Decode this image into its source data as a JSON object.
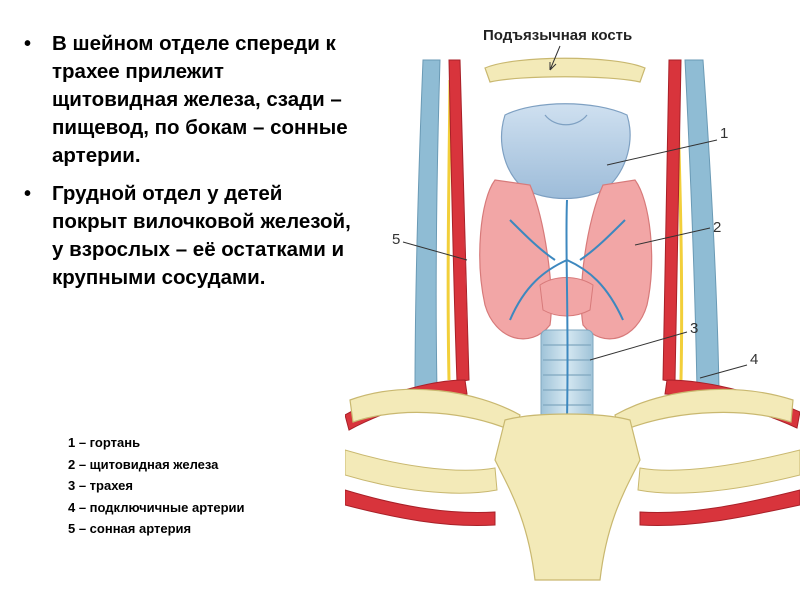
{
  "bullets": [
    "В шейном отделе спереди к трахее прилежит щитовидная железа, сзади – пищевод, по бокам – сонные артерии.",
    " Грудной отдел у детей покрыт вилочковой железой, у взрослых – её остатками и крупными сосудами."
  ],
  "bullet_marker": "•",
  "figure": {
    "top_label": "Подъязычная кость",
    "callouts": [
      "1",
      "2",
      "3",
      "4",
      "5"
    ]
  },
  "legend": [
    "1 – гортань",
    "2 – щитовидная железа",
    "3 – трахея",
    "4 – подключичные артерии",
    "5 – сонная артерия"
  ],
  "colors": {
    "artery": "#d8343c",
    "vein": "#7fb3cf",
    "thyroid": "#f2a6a6",
    "larynx": "#b8cfe6",
    "bone": "#f3eab8",
    "nerve": "#f4d23c"
  }
}
